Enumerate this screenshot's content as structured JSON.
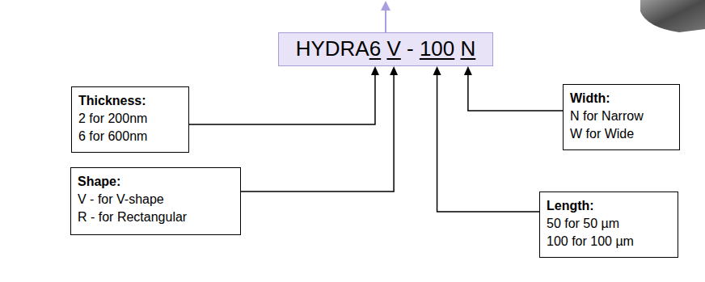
{
  "diagram": {
    "nodes": [
      {
        "text": [
          "HYDRA6 V - 100 N"
        ]
      },
      {
        "text": [
          "Thickness:",
          "2 for 200nm",
          "6 for 600nm"
        ]
      },
      {
        "text": [
          "Width:",
          "N for Narrow",
          "W for Wide"
        ]
      },
      {
        "text": [
          "Shape:",
          "V - for V-shape",
          "R - for Rectangular"
        ]
      },
      {
        "text": [
          "Length:",
          "50 for 50 µm",
          "100 for 100 µm"
        ]
      }
    ],
    "edges": [
      {
        "from": 1,
        "to": 0,
        "arrow": "to"
      },
      {
        "from": 3,
        "to": 0,
        "arrow": "to"
      },
      {
        "from": 2,
        "to": 0,
        "arrow": "to"
      },
      {
        "from": 4,
        "to": 0,
        "arrow": "to"
      }
    ]
  }
}
